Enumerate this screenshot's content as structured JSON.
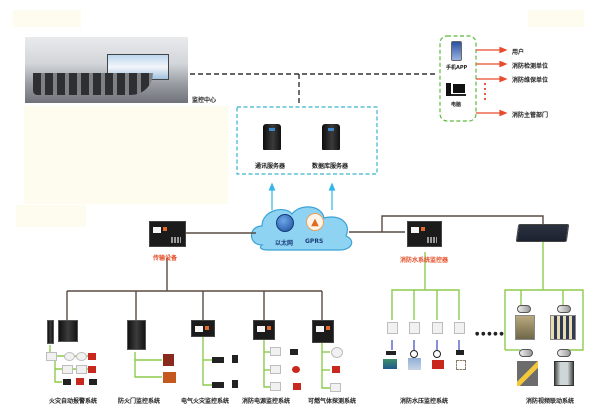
{
  "monitoring_center": {
    "label": "监控中心"
  },
  "server_group": {
    "comm_server": "通讯服务器",
    "db_server": "数据库服务器"
  },
  "clients": {
    "phone_app": "手机APP",
    "computer": "电脑",
    "recipients": [
      "用户",
      "消防检测单位",
      "消防维保单位",
      "消防主管部门"
    ]
  },
  "network": {
    "ethernet": "以太网",
    "gprs": "GPRS"
  },
  "gateways": {
    "transmission": "传输设备",
    "water_monitor": "消防水系统监控器"
  },
  "subsystems": [
    "火灾自动报警系统",
    "防火门监控系统",
    "电气火灾监控系统",
    "消防电源监控系统",
    "可燃气体探测系统",
    "消防水压监控系统",
    "消防视频联动系统"
  ],
  "ellipsis": "● ● ● ● ●",
  "colors": {
    "bus_line": "#5a4a44",
    "dashed_line": "#333333",
    "server_box": "#3bb3cf",
    "client_box": "#5cb93c",
    "arrow_red": "#e84a2c",
    "arrow_blue": "#33b5ea",
    "green_wire": "#8ccc4c",
    "blue_wire": "#5560c8",
    "label_red": "#e5502a"
  }
}
